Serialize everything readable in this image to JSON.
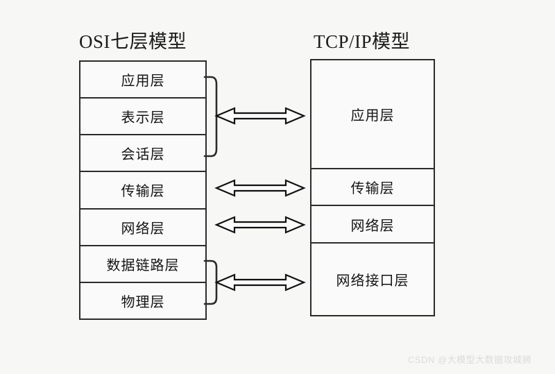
{
  "page": {
    "background_color": "#f7f7f5",
    "line_color": "#2b2b2b",
    "text_color": "#141414"
  },
  "osi": {
    "title": "OSI七层模型",
    "layers": [
      {
        "label": "应用层"
      },
      {
        "label": "表示层"
      },
      {
        "label": "会话层"
      },
      {
        "label": "传输层"
      },
      {
        "label": "网络层"
      },
      {
        "label": "数据链路层"
      },
      {
        "label": "物理层"
      }
    ]
  },
  "tcp": {
    "title": "TCP/IP模型",
    "layers": [
      {
        "label": "应用层",
        "span": 3
      },
      {
        "label": "传输层",
        "span": 1
      },
      {
        "label": "网络层",
        "span": 1
      },
      {
        "label": "网络接口层",
        "span": 2
      }
    ]
  },
  "connectors": {
    "braces": [
      {
        "name": "top-brace",
        "covers": "应用层/表示层/会话层"
      },
      {
        "name": "bottom-brace",
        "covers": "数据链路层/物理层"
      }
    ],
    "arrows": [
      {
        "name": "application-mapping",
        "from": "会话层",
        "to": "应用层"
      },
      {
        "name": "transport-mapping",
        "from": "传输层",
        "to": "传输层"
      },
      {
        "name": "network-mapping",
        "from": "网络层",
        "to": "网络层"
      },
      {
        "name": "network-interface-mapping",
        "from": "物理层",
        "to": "网络接口层"
      }
    ]
  },
  "watermark": {
    "text": "CSDN @大模型大数据攻城狮"
  }
}
